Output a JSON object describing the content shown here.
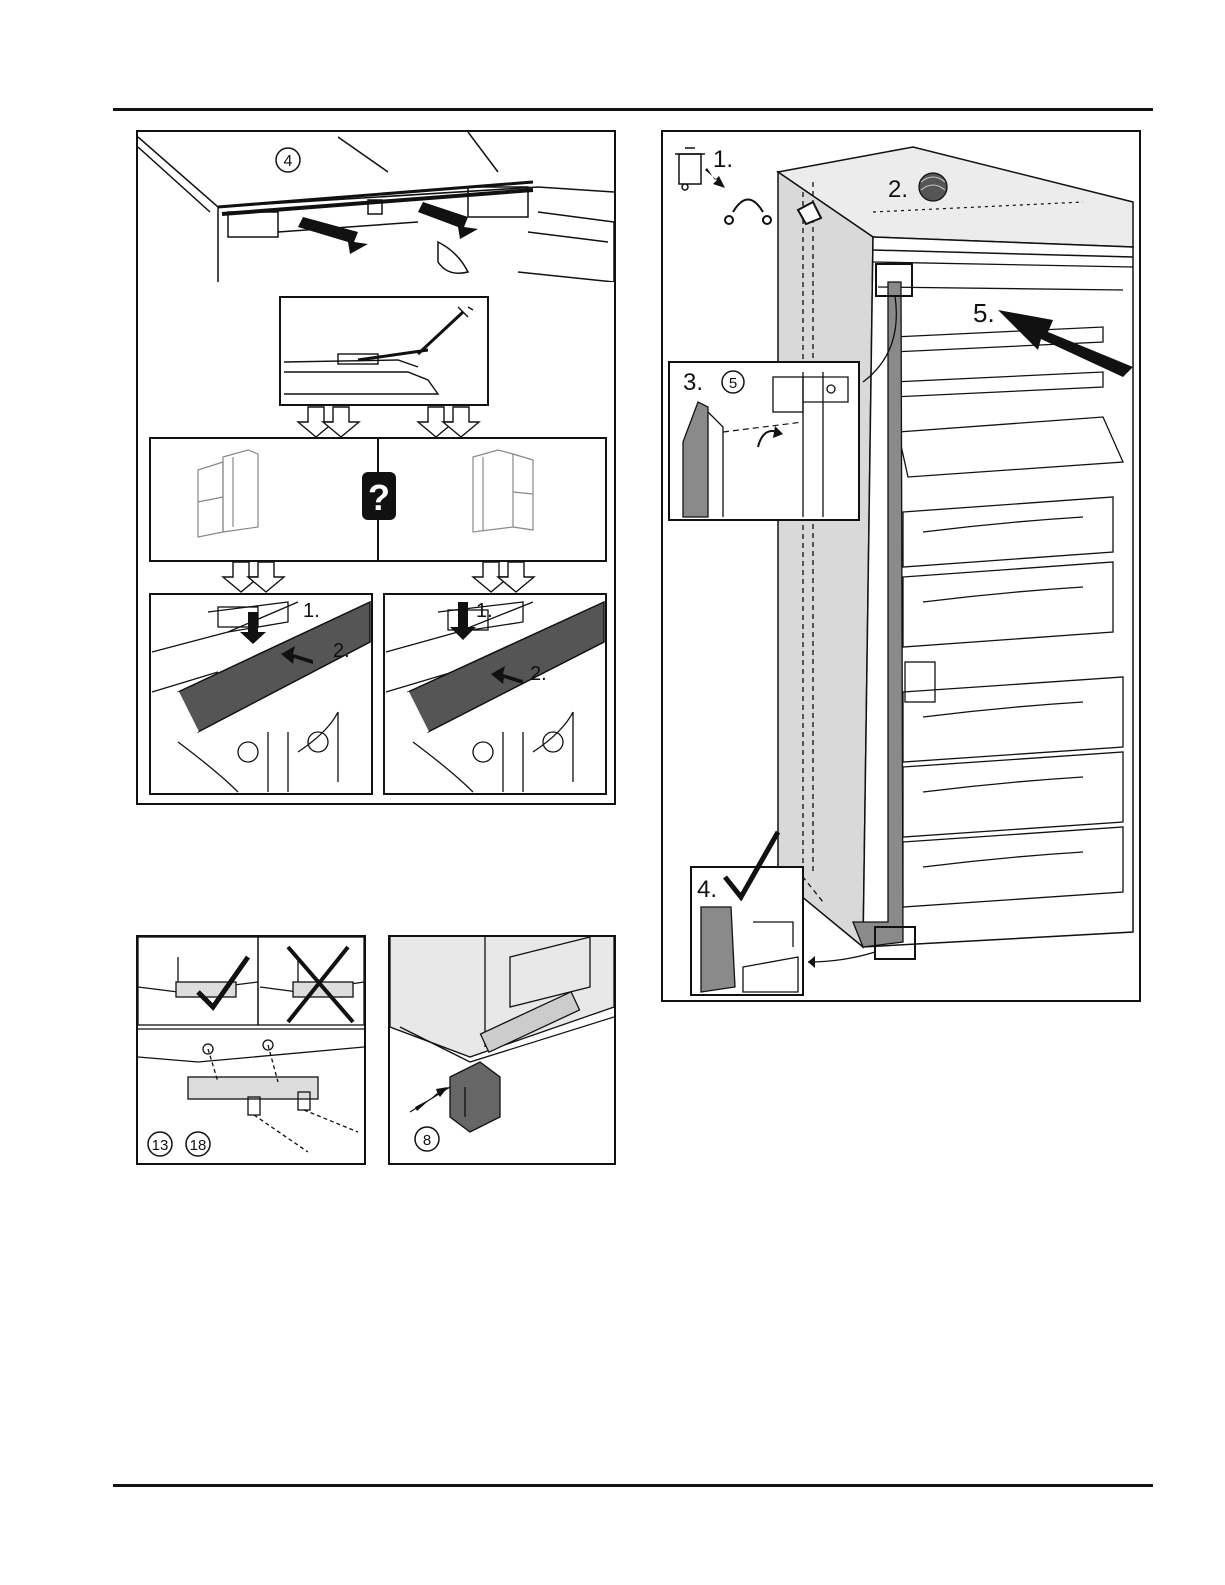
{
  "figure_a": {
    "callout": "4",
    "step1": "1.",
    "step2": "2.",
    "question_symbol": "?"
  },
  "figure_b": {
    "callouts": [
      "13",
      "18"
    ]
  },
  "figure_c": {
    "callout": "8"
  },
  "figure_d": {
    "step1": "1.",
    "step2": "2.",
    "step3": "3.",
    "step3_callout": "5",
    "step4": "4.",
    "step5": "5."
  },
  "colors": {
    "ink": "#111111",
    "panel_gray": "#d9d9d9",
    "strip_gray": "#8a8a8a",
    "dark_strip": "#555555"
  }
}
